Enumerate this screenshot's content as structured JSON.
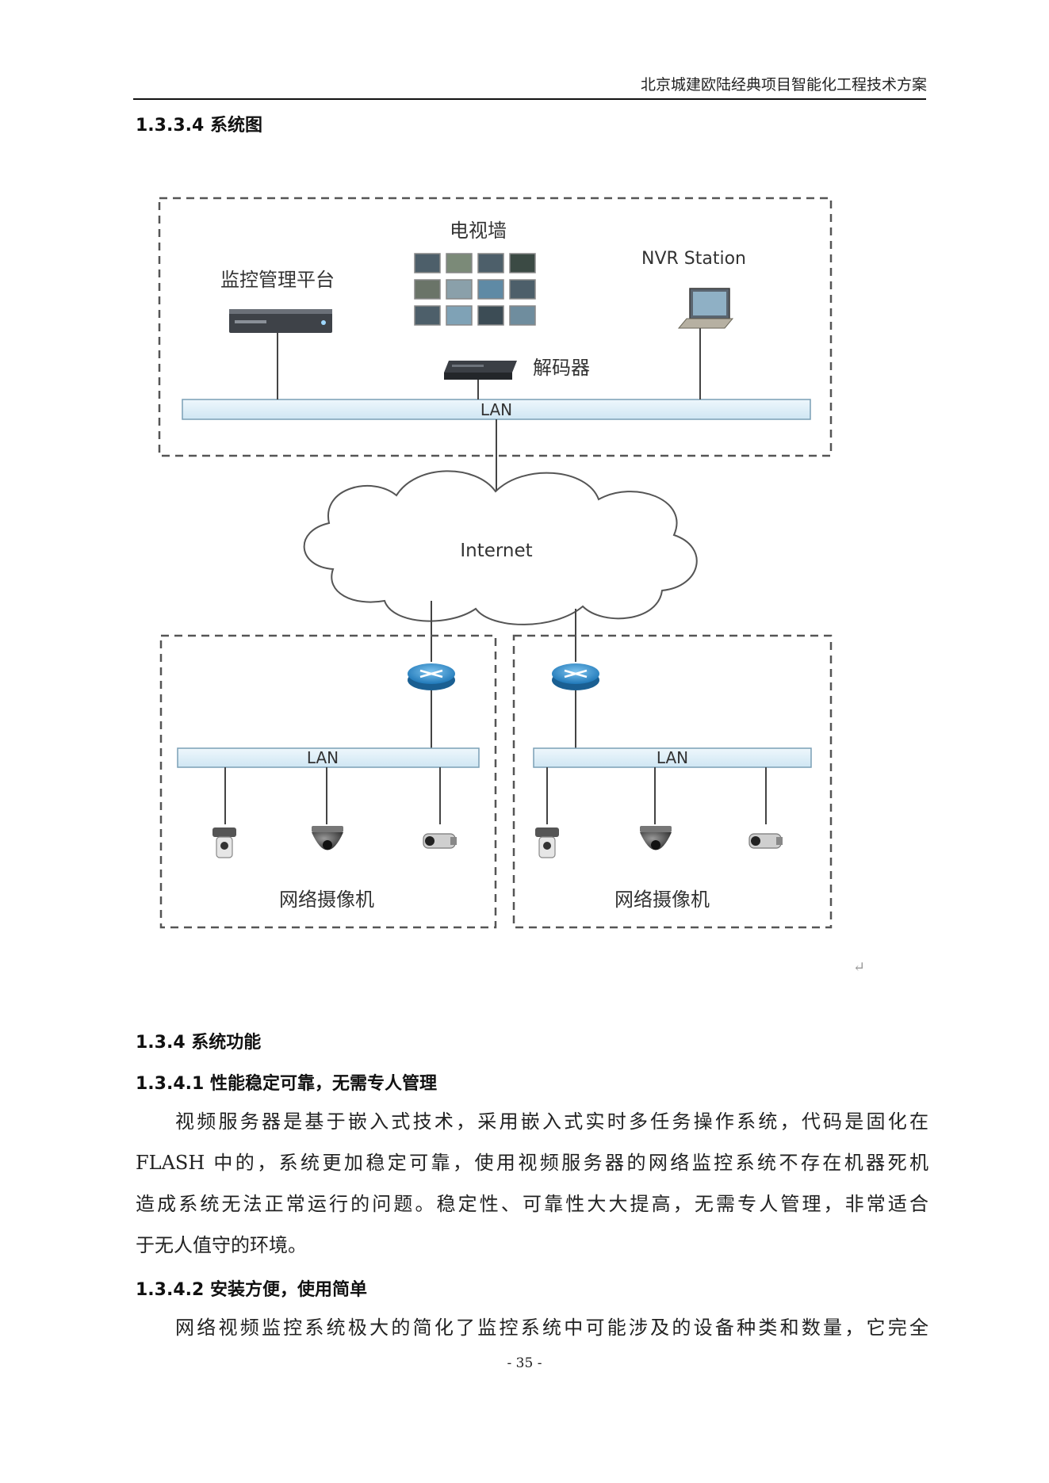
{
  "header": {
    "title": "北京城建欧陆经典项目智能化工程技术方案"
  },
  "section_diagram": {
    "heading": "1.3.3.4 系统图"
  },
  "diagram": {
    "tv_wall_label": "电视墙",
    "platform_label": "监控管理平台",
    "nvr_label": "NVR Station",
    "decoder_label": "解码器",
    "lan_top_label": "LAN",
    "internet_label": "Internet",
    "lan_left_label": "LAN",
    "lan_right_label": "LAN",
    "camera_group_left_label": "网络摄像机",
    "camera_group_right_label": "网络摄像机",
    "return_mark": "↵"
  },
  "section_function": {
    "heading": "1.3.4 系统功能"
  },
  "subsection_1": {
    "heading": "1.3.4.1 性能稳定可靠，无需专人管理",
    "lines": [
      "视频服务器是基于嵌入式技术，采用嵌入式实时多任务操作系统，代码是固化在",
      "FLASH 中的，系统更加稳定可靠，使用视频服务器的网络监控系统不存在机器死机",
      "造成系统无法正常运行的问题。稳定性、可靠性大大提高，无需专人管理，非常适合",
      "于无人值守的环境。"
    ]
  },
  "subsection_2": {
    "heading": "1.3.4.2 安装方便，使用简单",
    "lines": [
      "网络视频监控系统极大的简化了监控系统中可能涉及的设备种类和数量，它完全"
    ]
  },
  "footer": {
    "page_number": "- 35 -"
  }
}
